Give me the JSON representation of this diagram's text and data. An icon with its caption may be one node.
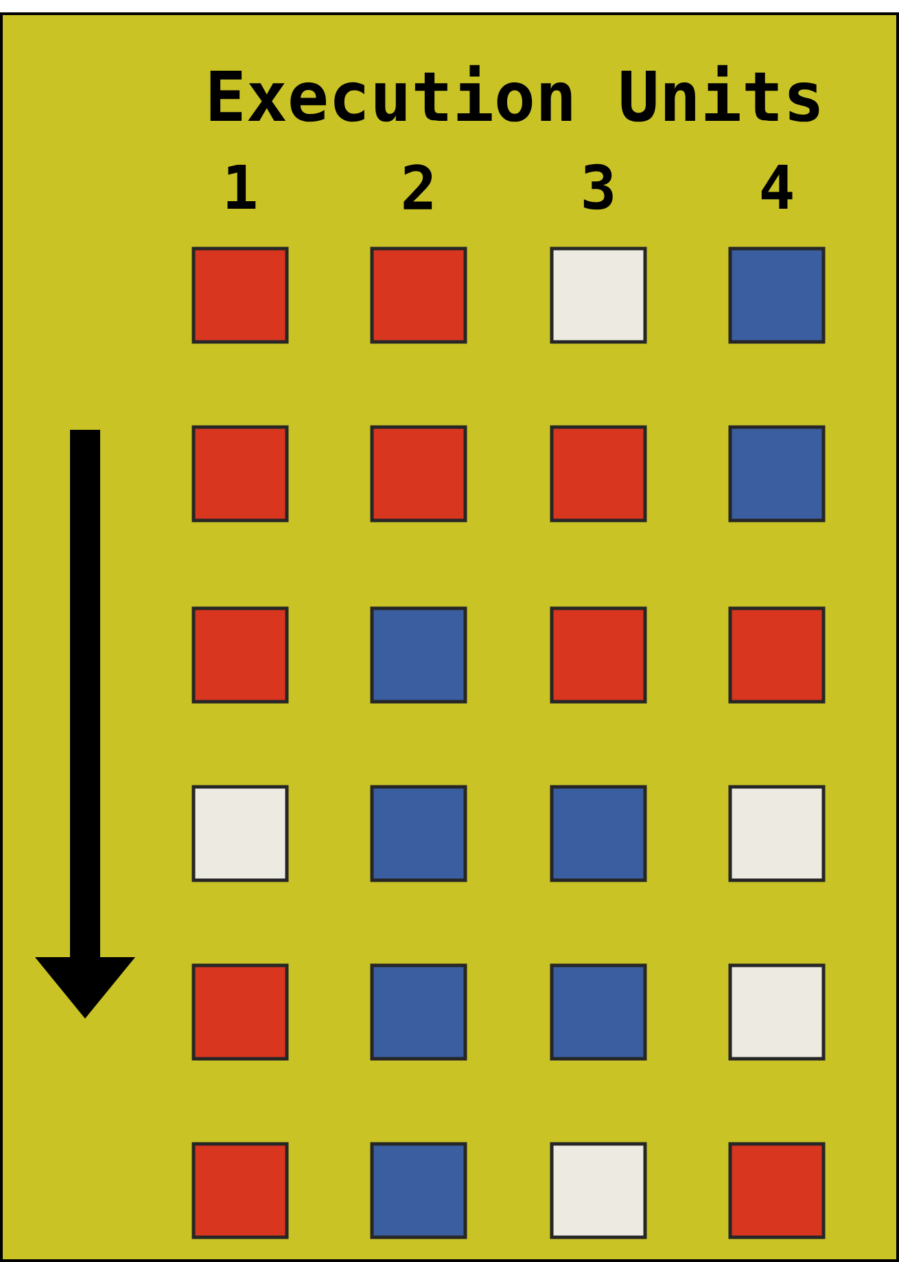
{
  "diagram": {
    "title": "Execution Units",
    "labels": [
      "1",
      "2",
      "3",
      "4"
    ]
  }
}
